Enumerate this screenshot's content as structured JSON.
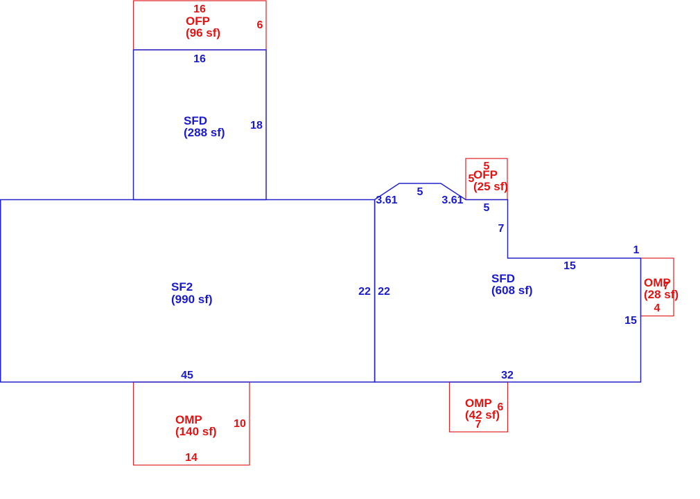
{
  "colors": {
    "main": "#2222cc",
    "porch": "#e02020"
  },
  "areas": {
    "sfd_upper": {
      "code": "SFD",
      "area": "(288 sf)"
    },
    "ofp_upper": {
      "code": "OFP",
      "area": "(96 sf)"
    },
    "sf2": {
      "code": "SF2",
      "area": "(990 sf)"
    },
    "sfd_right": {
      "code": "SFD",
      "area": "(608 sf)"
    },
    "ofp_small": {
      "code": "OFP",
      "area": "(25 sf)"
    },
    "omp_left": {
      "code": "OMP",
      "area": "(140 sf)"
    },
    "omp_mid": {
      "code": "OMP",
      "area": "(42 sf)"
    },
    "omp_right": {
      "code": "OMP",
      "area": "(28 sf)"
    }
  },
  "dimensions": {
    "ofp_upper_top": "16",
    "ofp_upper_side": "6",
    "sfd_upper_top": "16",
    "sfd_upper_side": "18",
    "sf2_bottom": "45",
    "sf2_right": "22",
    "sfd_right_left": "22",
    "bay_left_slant": "3.61",
    "bay_top": "5",
    "bay_right_slant": "3.61",
    "ofp_small_top": "5",
    "ofp_small_left": "5",
    "sfd_notch_top": "5",
    "sfd_notch_side": "7",
    "sfd_right_top": "15",
    "sfd_right_corner": "1",
    "sfd_right_side": "15",
    "sfd_right_bottom": "32",
    "omp_right_side": "7",
    "omp_right_bottom": "4",
    "omp_left_side": "10",
    "omp_left_bottom": "14",
    "omp_mid_side": "6",
    "omp_mid_bottom": "7"
  }
}
